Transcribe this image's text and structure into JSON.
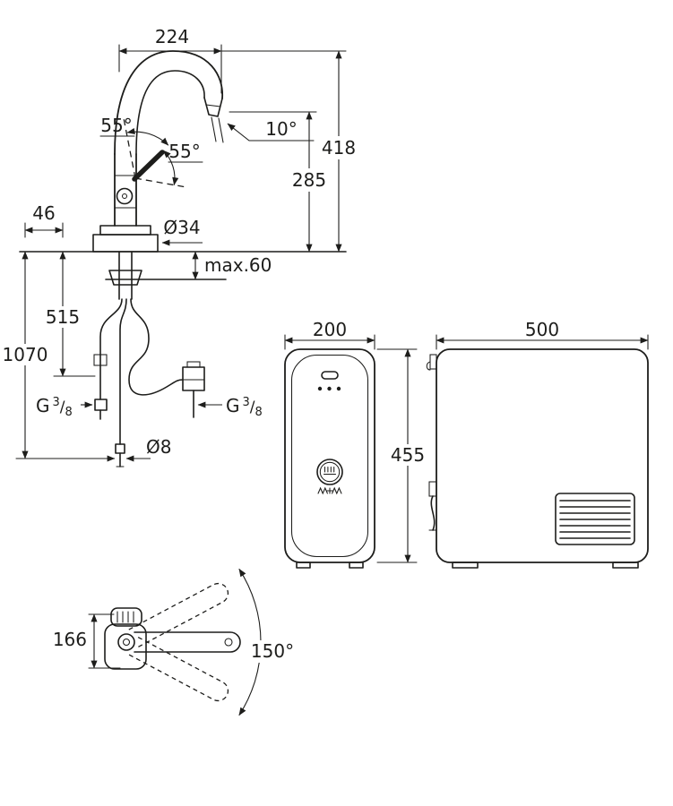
{
  "colors": {
    "ink": "#1d1d1b",
    "background": "#ffffff"
  },
  "views": {
    "faucet_front": {
      "dim_spout_reach": "224",
      "dim_total_height": "418",
      "dim_outlet_height": "285",
      "dim_spray_angle": "10°",
      "dim_lever_angle_up": "55°",
      "dim_lever_angle_fwd": "55°",
      "dim_lever_length": "46",
      "dim_body_diameter": "Ø34",
      "dim_counter_thickness": "max.60",
      "dim_hose_connect_height": "515",
      "dim_hose_length": "1070",
      "dim_hose_diameter": "Ø8",
      "thread": {
        "prefix": "G",
        "numerator": "3",
        "slash": "/",
        "denominator": "8"
      }
    },
    "cooler_front": {
      "dim_width": "200",
      "dim_height": "455"
    },
    "cooler_side": {
      "dim_width": "500"
    },
    "faucet_top": {
      "dim_body_length": "166",
      "dim_swivel_angle": "150°"
    }
  }
}
